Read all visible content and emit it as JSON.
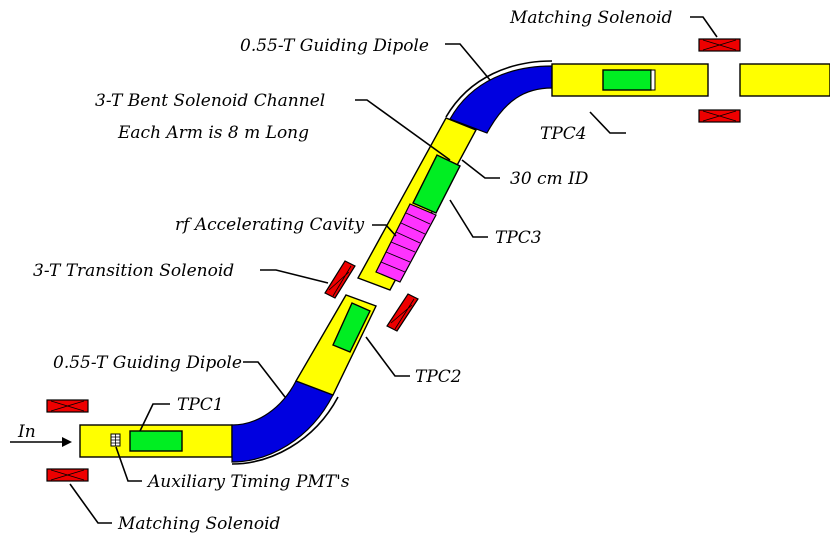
{
  "labels": {
    "matching_solenoid_top": "Matching Solenoid",
    "guiding_dipole_top": "0.55-T Guiding Dipole",
    "bent_solenoid_line1": "3-T Bent Solenoid Channel",
    "bent_solenoid_line2": "Each Arm is 8 m Long",
    "tpc4": "TPC4",
    "inner_diameter": "30 cm ID",
    "rf_cavity": "rf Accelerating Cavity",
    "tpc3": "TPC3",
    "transition_solenoid": "3-T Transition Solenoid",
    "tpc2": "TPC2",
    "guiding_dipole_bottom": "0.55-T Guiding Dipole",
    "tpc1": "TPC1",
    "beam_in": "In",
    "aux_timing_pmts": "Auxiliary Timing PMT's",
    "matching_solenoid_bottom": "Matching Solenoid"
  },
  "colors": {
    "channel": "#ffff00",
    "dipole": "#0000e0",
    "tpc": "#00ee22",
    "rf_cavity": "#ff33ff",
    "solenoid": "#ee0000"
  }
}
